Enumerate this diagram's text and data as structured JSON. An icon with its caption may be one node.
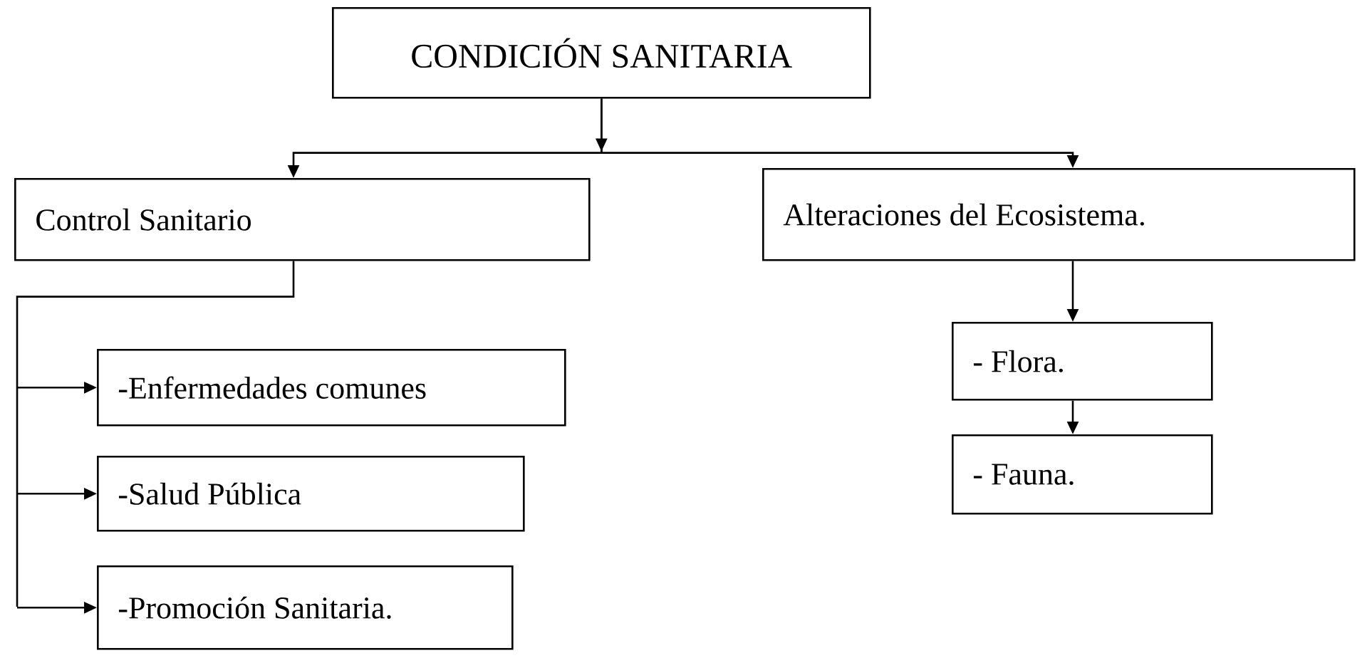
{
  "diagram": {
    "nodes": [
      {
        "text": [
          "CONDICIÓN SANITARIA"
        ]
      },
      {
        "text": [
          "Control Sanitario"
        ]
      },
      {
        "text": [
          "Alteraciones del Ecosistema."
        ]
      },
      {
        "text": [
          "-Enfermedades comunes"
        ]
      },
      {
        "text": [
          "-Salud Pública"
        ]
      },
      {
        "text": [
          "-Promoción Sanitaria."
        ]
      },
      {
        "text": [
          "- Flora."
        ]
      },
      {
        "text": [
          "- Fauna."
        ]
      }
    ],
    "edges": [
      {
        "from": 0,
        "to": 1,
        "arrow": "to"
      },
      {
        "from": 0,
        "to": 2,
        "arrow": "to"
      },
      {
        "from": 1,
        "to": 3,
        "arrow": "to"
      },
      {
        "from": 1,
        "to": 4,
        "arrow": "to"
      },
      {
        "from": 1,
        "to": 5,
        "arrow": "to"
      },
      {
        "from": 2,
        "to": 6,
        "arrow": "to"
      },
      {
        "from": 6,
        "to": 7,
        "arrow": "to"
      }
    ]
  }
}
